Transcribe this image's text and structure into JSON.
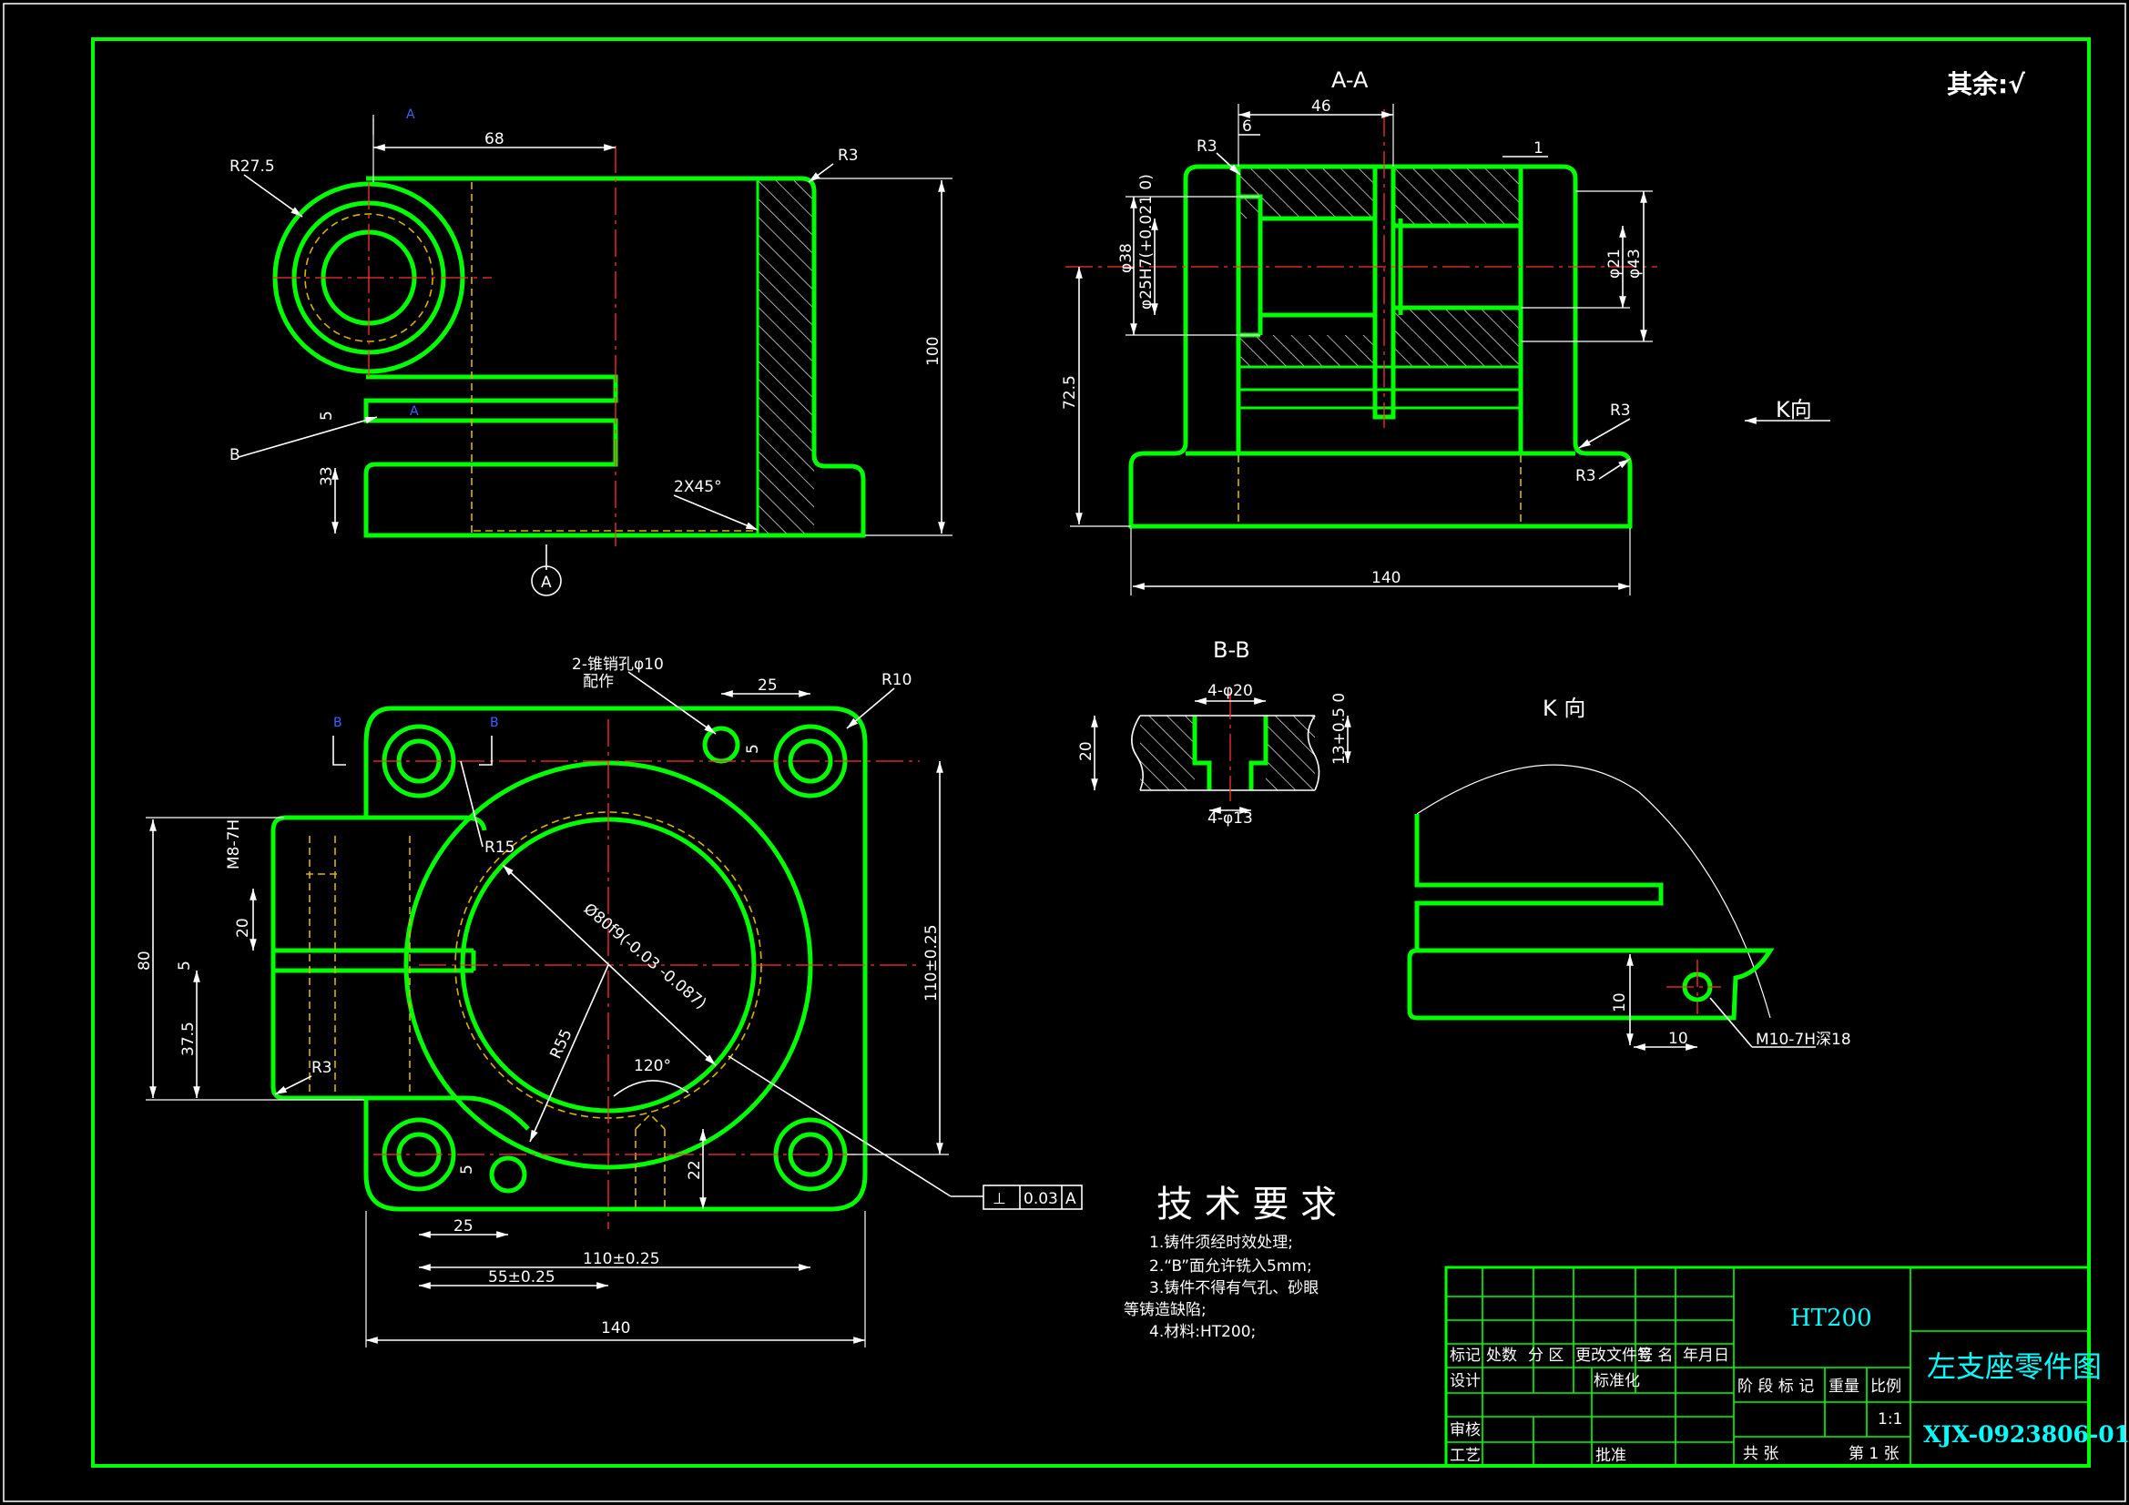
{
  "note_top_right": "其余:√",
  "views": {
    "section_aa": "A-A",
    "section_bb": "B-B",
    "view_k": "K 向",
    "view_k_arrow": "K向",
    "view_a_marker": "A",
    "section_marker_a": "A",
    "section_marker_b": "B"
  },
  "dims_front": {
    "d68": "68",
    "r275": "R27.5",
    "r3": "R3",
    "d100": "100",
    "d33": "33",
    "d5": "5",
    "b": "B",
    "chamfer": "2X45°"
  },
  "dims_aa": {
    "d46": "46",
    "d6": "6",
    "d1": "1",
    "r3a": "R3",
    "r3b": "R3",
    "r3c": "R3",
    "d38": "φ38",
    "d25": "φ25H7(+0.021 0)",
    "d21": "φ21",
    "d43": "φ43",
    "d725": "72.5",
    "d140": "140"
  },
  "dims_bb": {
    "d20a": "4-φ20",
    "d13a": "4-φ13",
    "d20": "20",
    "d13": "13+0.5 0"
  },
  "dims_k": {
    "d10a": "10",
    "d10b": "10",
    "note": "M10-7H深18"
  },
  "dims_plan": {
    "pin_note1": "2-锥销孔φ10",
    "pin_note2": "配作",
    "d25top": "25",
    "r10": "R10",
    "d5a": "5",
    "m8": "M8-7H",
    "r15": "R15",
    "d20": "20",
    "d5b": "5",
    "d80": "80",
    "d375": "37.5",
    "r3": "R3",
    "bore": "Ø80f9(-0.03 -0.087)",
    "r55": "R55",
    "a120": "120°",
    "d5c": "5",
    "d22": "22",
    "d110v": "110±0.25",
    "d25b": "25",
    "d110h": "110±0.25",
    "d55": "55±0.25",
    "d140": "140",
    "tol_sym": "⊥",
    "tol_val": "0.03",
    "tol_ref": "A"
  },
  "tech": {
    "title": "技 术 要 求",
    "items": [
      "1.铸件须经时效处理;",
      "2.“B”面允许铣入5mm;",
      "3.铸件不得有气孔、砂眼",
      "等铸造缺陷;",
      "4.材料:HT200;"
    ]
  },
  "title_block": {
    "material": "HT200",
    "part_name": "左支座零件图",
    "drawing_no": "XJX-0923806-01",
    "hdr": [
      "标记",
      "处数",
      "分 区",
      "更改文件号",
      "签 名",
      "年月日"
    ],
    "design": "设计",
    "standard": "标准化",
    "stage": "阶 段 标 记",
    "weight": "重量",
    "scale_lbl": "比例",
    "scale": "1:1",
    "review": "审核",
    "process": "工艺",
    "approve": "批准",
    "sheets_total": "共  张",
    "sheet_no": "第 1 张"
  }
}
